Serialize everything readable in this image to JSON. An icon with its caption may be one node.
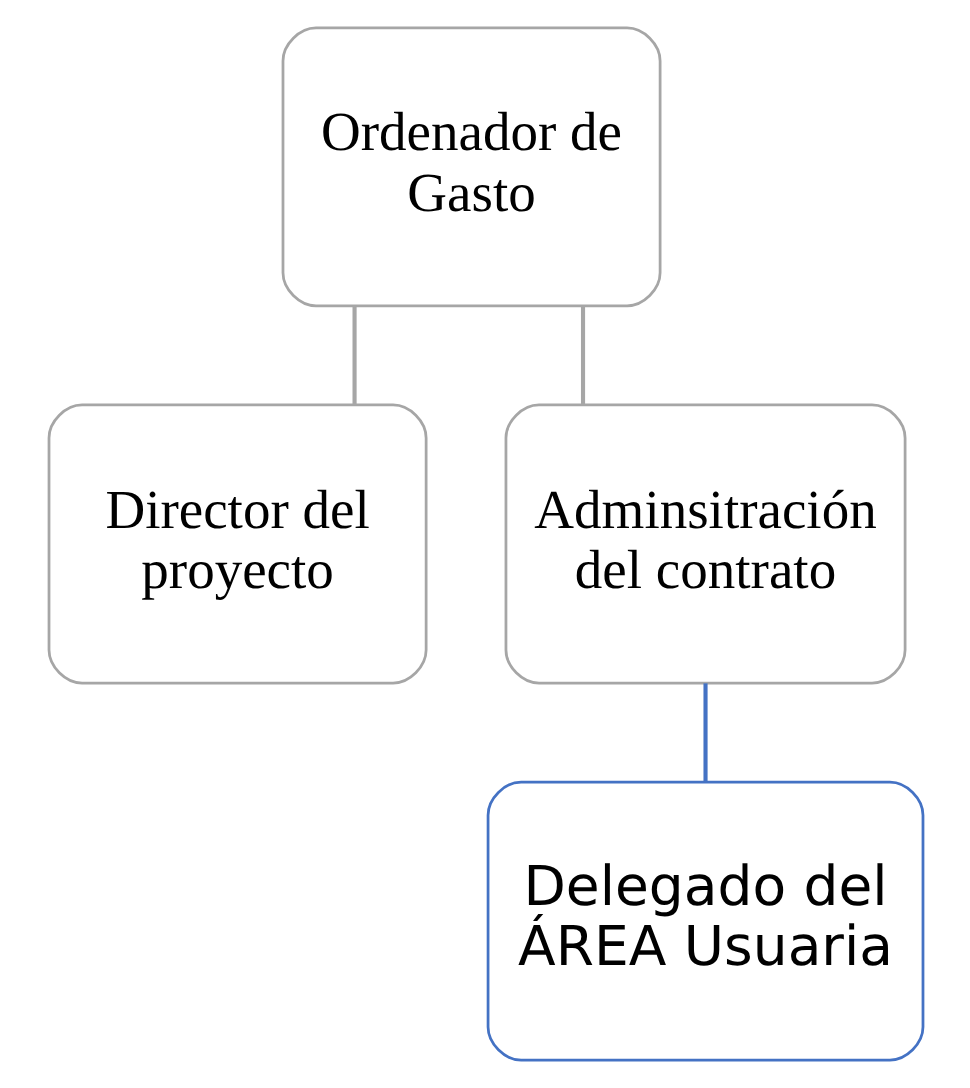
{
  "diagram": {
    "nodes": [
      {
        "text": [
          "Ordenador de Gasto"
        ]
      },
      {
        "text": [
          "Director del proyecto"
        ]
      },
      {
        "text": [
          "Adminsitración del contrato"
        ]
      },
      {
        "text": [
          "Delegado del ÁREA Usuaria"
        ]
      }
    ],
    "edges": [
      {
        "from": 0,
        "to": 1,
        "arrow": "none"
      },
      {
        "from": 0,
        "to": 2,
        "arrow": "none"
      },
      {
        "from": 2,
        "to": 3,
        "arrow": "none",
        "color": "#4472c4"
      }
    ]
  }
}
